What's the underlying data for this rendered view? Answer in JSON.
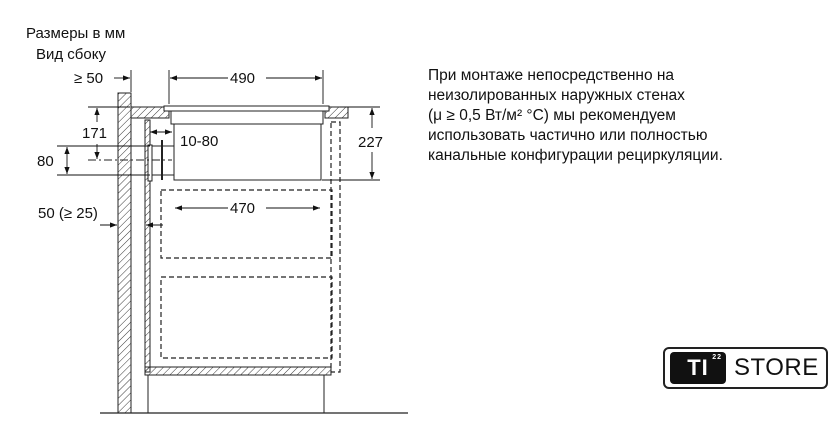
{
  "header": {
    "line1": "Размеры в мм",
    "line2": "Вид сбоку"
  },
  "dimensions": {
    "wall_gap": "≥ 50",
    "hob_width": "490",
    "height_to_duct": "171",
    "duct_height": "80",
    "duct_offset": "10-80",
    "hob_depth": "227",
    "body_width": "470",
    "back_gap": "50 (≥ 25)"
  },
  "note": {
    "lines": [
      "При монтаже непосредственно на",
      "неизолированных наружных стенах",
      "(μ ≥ 0,5 Вт/м² °C) мы рекомендуем",
      "использовать частично или полностью",
      "канальные конфигурации рециркуляции."
    ]
  },
  "logo": {
    "brand": "TI",
    "superscript": "22",
    "word": "STORE"
  }
}
